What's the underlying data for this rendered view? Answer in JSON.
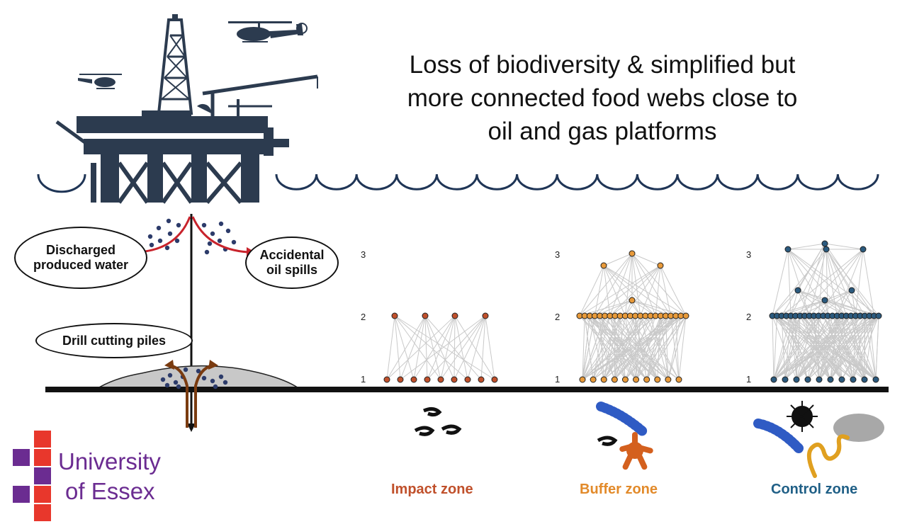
{
  "title": {
    "line1": "Loss of biodiversity & simplified but",
    "line2": "more connected food webs close to",
    "line3": "oil and gas platforms"
  },
  "labels": {
    "discharged_line1": "Discharged",
    "discharged_line2": "produced water",
    "oil_spills_line1": "Accidental",
    "oil_spills_line2": "oil spills",
    "drill_cuttings": "Drill cutting piles"
  },
  "trophic_levels": [
    "1",
    "2",
    "3"
  ],
  "zones": [
    {
      "name": "Impact zone",
      "color": "#c0502b",
      "node_color": "#c0502b"
    },
    {
      "name": "Buffer zone",
      "color": "#e28a2a",
      "node_color": "#e89a3a"
    },
    {
      "name": "Control zone",
      "color": "#1f5f86",
      "node_color": "#2b5a7e"
    }
  ],
  "logo": {
    "line1": "University",
    "line2": "of Essex",
    "color": "#6b2c91",
    "block_color": "#e8372c"
  },
  "colors": {
    "platform": "#2c3b4f",
    "arrow": "#c8232c",
    "sediment": "#c8c8c8",
    "link": "#c9c9c9"
  }
}
